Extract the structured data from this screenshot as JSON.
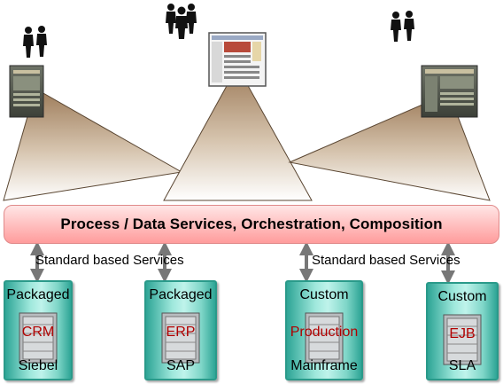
{
  "band": {
    "label": "Process / Data Services, Orchestration, Composition"
  },
  "service_labels": [
    "Standard based Services",
    "Standard based Services"
  ],
  "systems": [
    {
      "top": "Packaged",
      "middle": "CRM",
      "bottom": "Siebel"
    },
    {
      "top": "Packaged",
      "middle": "ERP",
      "bottom": "SAP"
    },
    {
      "top": "Custom",
      "middle": "Production",
      "bottom": "Mainframe"
    },
    {
      "top": "Custom",
      "middle": "EJB",
      "bottom": "SLA"
    }
  ],
  "colors": {
    "band": "#ff9c9c",
    "system": "#7fd6c8",
    "arrow": "#808080",
    "cone": "#a08060",
    "system_text": "#b00000"
  }
}
